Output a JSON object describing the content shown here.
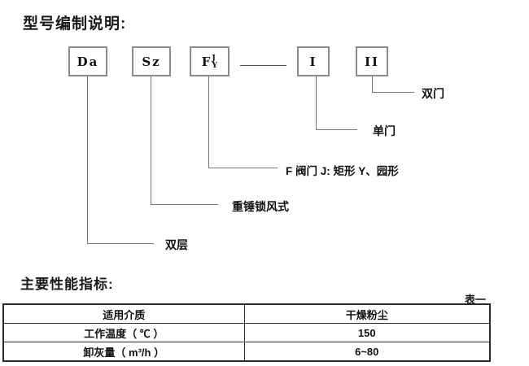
{
  "header": {
    "title": "型号编制说明:"
  },
  "diagram": {
    "boxes": [
      {
        "label": "Da",
        "note": "双层"
      },
      {
        "label": "Sz",
        "note": "重锤锁风式"
      },
      {
        "main": "F",
        "sup": "J",
        "sub": "Y",
        "note": "F 阀门 J: 矩形  Y、园形"
      },
      {
        "label": "I",
        "note": "单门"
      },
      {
        "label": "II",
        "note": "双门"
      }
    ]
  },
  "performance": {
    "title": "主要性能指标:",
    "table_tag": "表一",
    "table": {
      "rows": [
        {
          "param": "适用介质",
          "value": "干燥粉尘"
        },
        {
          "param": "工作温度（ ℃ ）",
          "value": "150"
        },
        {
          "param": "卸灰量（ m³/h ）",
          "value": "6~80"
        }
      ]
    }
  }
}
